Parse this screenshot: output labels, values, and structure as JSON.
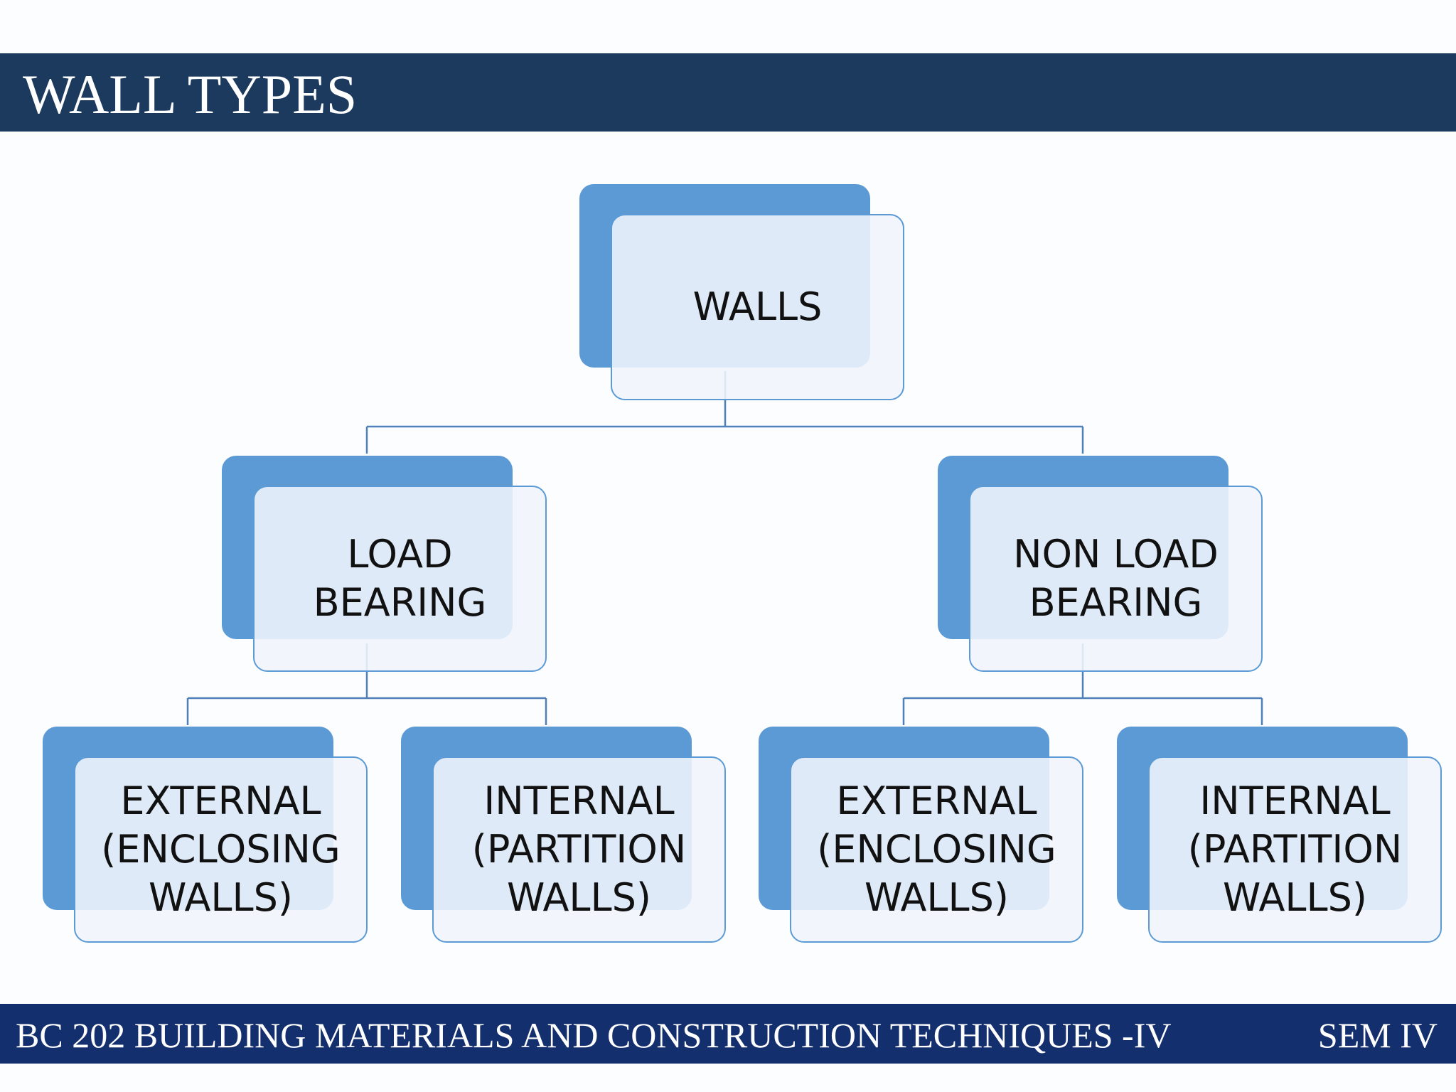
{
  "header": {
    "title": "WALL TYPES"
  },
  "diagram": {
    "root": {
      "label": "WALLS"
    },
    "load_bearing": {
      "label": "LOAD\nBEARING",
      "children": [
        {
          "label": "EXTERNAL\n(ENCLOSING\nWALLS)"
        },
        {
          "label": "INTERNAL\n(PARTITION\nWALLS)"
        }
      ]
    },
    "non_load_bearing": {
      "label": "NON LOAD\nBEARING",
      "children": [
        {
          "label": "EXTERNAL\n(ENCLOSING\nWALLS)"
        },
        {
          "label": "INTERNAL\n(PARTITION\nWALLS)"
        }
      ]
    }
  },
  "footer": {
    "course": "BC 202 BUILDING MATERIALS AND CONSTRUCTION TECHNIQUES -IV",
    "semester": "SEM IV"
  },
  "colors": {
    "header_bar": "#1b3a5e",
    "footer_bar": "#142f6e",
    "node_accent": "#5b9ad5",
    "node_fill": "#f0f5fc",
    "connector": "#4f81b8",
    "text": "#111111"
  }
}
